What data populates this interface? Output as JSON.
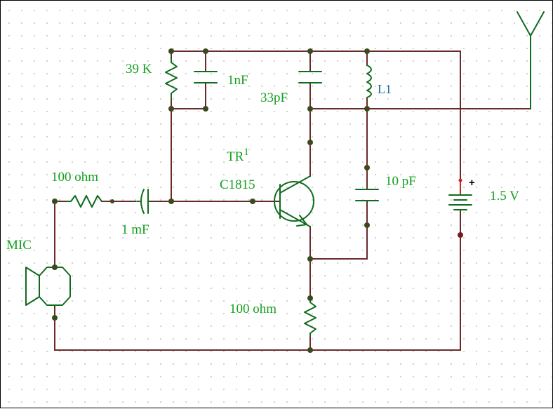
{
  "labels": {
    "r_bias": "39 K",
    "c_bias": "1nF",
    "c_tank": "33pF",
    "coil": "L1",
    "transistor_ref": "TR",
    "transistor_ref_sup": "1",
    "transistor_part": "C1815",
    "c_feedback": "10 pF",
    "battery": "1.5 V",
    "r_input": "100 ohm",
    "c_input": "1 mF",
    "mic": "MIC",
    "r_emitter": "100 ohm",
    "battery_plus": "+"
  },
  "colors": {
    "wire": "#6b2a2a",
    "component": "#0f6b1e",
    "label": "#13a01f",
    "label_coil": "#1f6e96",
    "node": "#3a4a1e",
    "battery_terminal": "#cc2222"
  }
}
